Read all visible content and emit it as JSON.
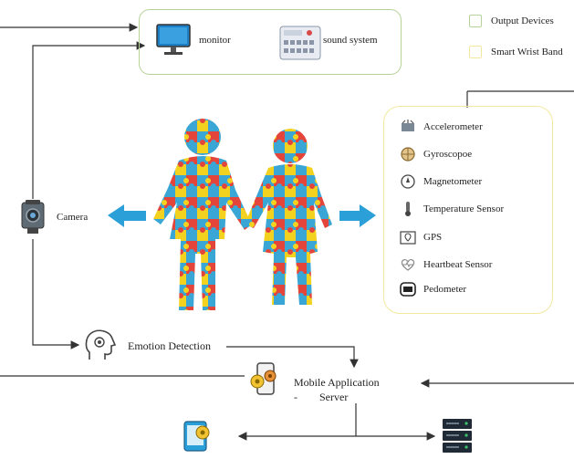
{
  "output_devices": {
    "monitor_label": "monitor",
    "sound_label": "sound system",
    "border_color": "#b7d39a"
  },
  "legend": [
    {
      "label": "Output Devices",
      "color": "#b7d39a"
    },
    {
      "label": "Smart Wrist Band",
      "color": "#f2e9a0"
    }
  ],
  "camera": {
    "label": "Camera",
    "icon": "camera-icon"
  },
  "wristband": {
    "border_color": "#f2e9a0",
    "sensors": [
      {
        "label": "Accelerometer",
        "icon": "accelerometer-icon"
      },
      {
        "label": "Gyroscopoe",
        "icon": "gyroscope-icon"
      },
      {
        "label": "Magnetometer",
        "icon": "magnetometer-icon"
      },
      {
        "label": "Temperature Sensor",
        "icon": "thermometer-icon"
      },
      {
        "label": "GPS",
        "icon": "gps-icon"
      },
      {
        "label": "Heartbeat Sensor",
        "icon": "heartbeat-icon"
      },
      {
        "label": "Pedometer",
        "icon": "pedometer-icon"
      }
    ]
  },
  "emotion": {
    "label": "Emotion Detection",
    "icon": "brain-gear-icon"
  },
  "mobile": {
    "label_line1": "Mobile Application",
    "label_line2": "-        Server",
    "icon": "mobile-app-icon"
  },
  "bottom": {
    "left_icon": "phone-device-icon",
    "right_icon": "server-rack-icon"
  },
  "colors": {
    "arrow": "#2a9fd8",
    "line": "#333333",
    "puzzle_blue": "#3aa6d6",
    "puzzle_red": "#e4453a",
    "puzzle_yellow": "#f3d21f"
  }
}
